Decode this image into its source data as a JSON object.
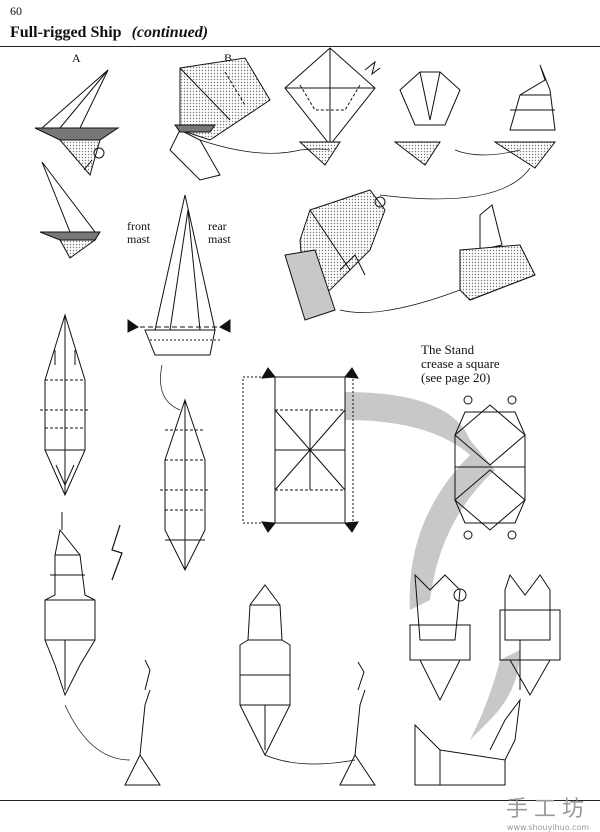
{
  "page": {
    "number": "60",
    "title": "Full-rigged Ship",
    "title_suffix": "(continued)"
  },
  "step_labels": {
    "a": "A",
    "b": "B"
  },
  "mast_labels": {
    "front": [
      "front",
      "mast"
    ],
    "rear": [
      "rear",
      "mast"
    ]
  },
  "stand": {
    "title": "The Stand",
    "line2": "crease a square",
    "line3": "(see page 20)"
  },
  "watermark": {
    "chars": "手工坊",
    "url": "www.shouyihuo.com"
  },
  "colors": {
    "line": "#111111",
    "shade": "#c8c8c8",
    "dark_shade": "#9a9a9a"
  }
}
